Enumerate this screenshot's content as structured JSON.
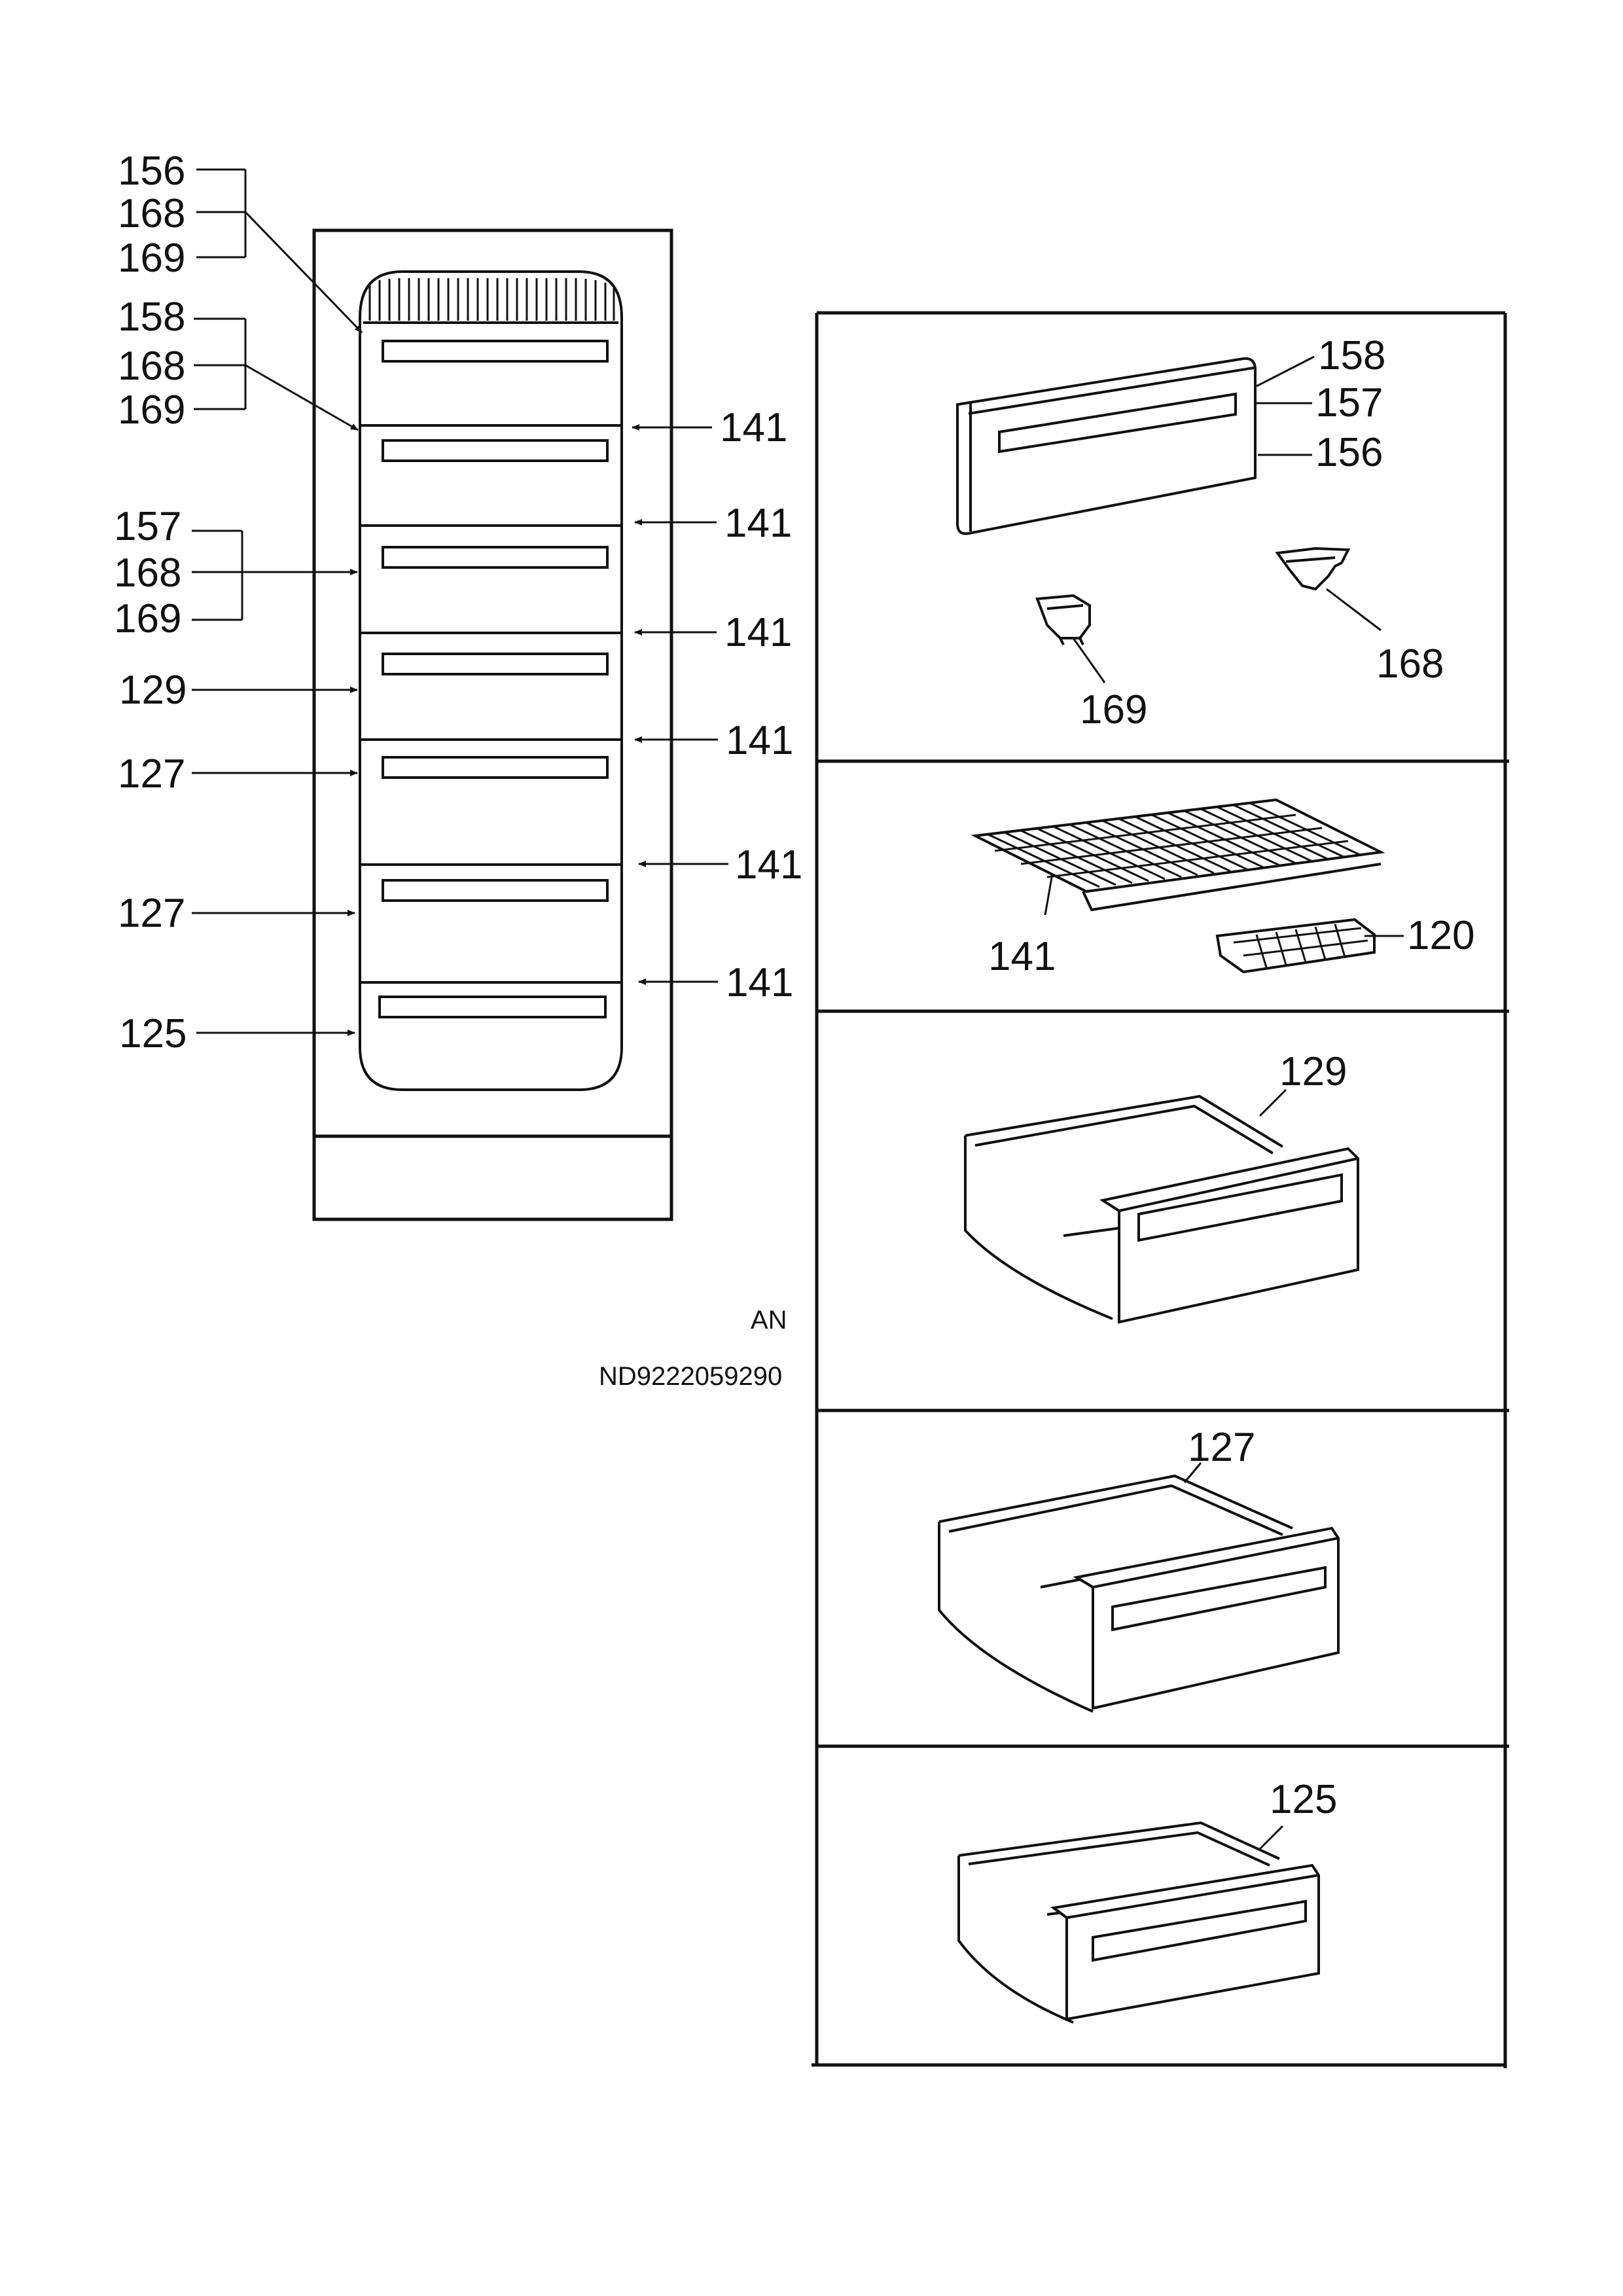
{
  "left_cabinet": {
    "callouts": {
      "c156": "156",
      "c168a": "168",
      "c169a": "169",
      "c158": "158",
      "c168b": "168",
      "c169b": "169",
      "c157": "157",
      "c168c": "168",
      "c169c": "169",
      "c129": "129",
      "c127a": "127",
      "c127b": "127",
      "c125": "125",
      "r141a": "141",
      "r141b": "141",
      "r141c": "141",
      "r141d": "141",
      "r141e": "141",
      "r141f": "141"
    }
  },
  "right_panels": {
    "panel1": {
      "p158": "158",
      "p157": "157",
      "p156": "156",
      "p169": "169",
      "p168": "168"
    },
    "panel2": {
      "p141": "141",
      "p120": "120"
    },
    "panel3": {
      "p129": "129"
    },
    "panel4": {
      "p127": "127"
    },
    "panel5": {
      "p125": "125"
    }
  },
  "footer": {
    "code1": "AN",
    "code2": "ND9222059290"
  }
}
